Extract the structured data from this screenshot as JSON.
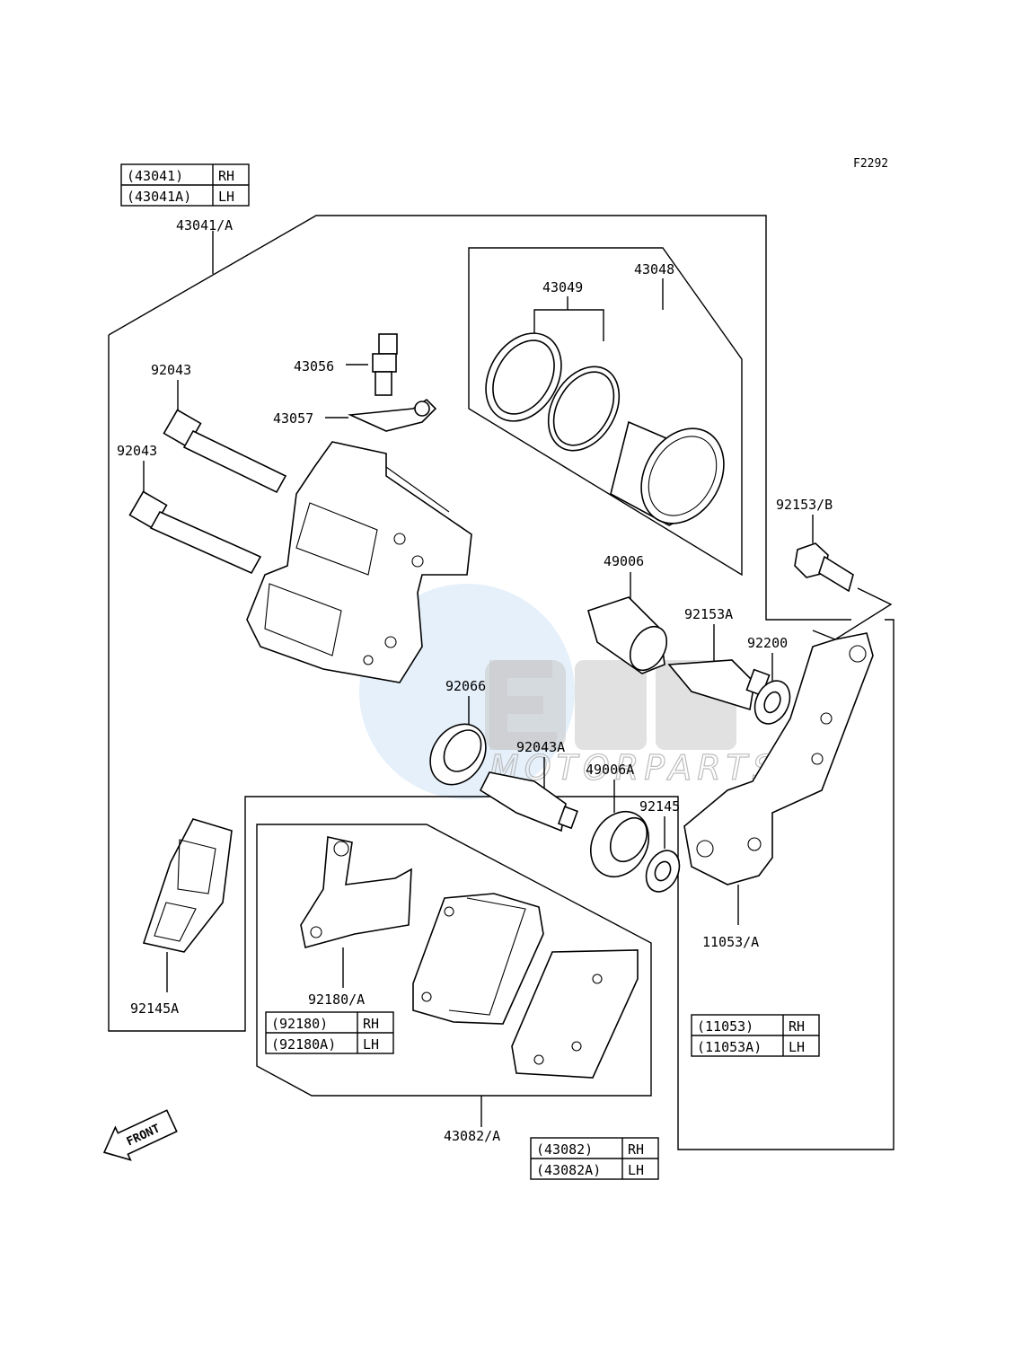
{
  "figure_code": "F2292",
  "watermark": {
    "brand": "OEM",
    "sub": "MOTORPARTS"
  },
  "front_arrow": "FRONT",
  "labels": {
    "p43041A": "43041/A",
    "p43048": "43048",
    "p43049": "43049",
    "p43056": "43056",
    "p43057": "43057",
    "p92043_a": "92043",
    "p92043_b": "92043",
    "p92153B": "92153/B",
    "p49006": "49006",
    "p92153A": "92153A",
    "p92200": "92200",
    "p92066": "92066",
    "p92043A": "92043A",
    "p49006A": "49006A",
    "p92145": "92145",
    "p92145A": "92145A",
    "p92180A": "92180/A",
    "p11053A": "11053/A",
    "p43082A": "43082/A"
  },
  "tables": {
    "t43041": [
      {
        "part": "(43041)",
        "side": "RH"
      },
      {
        "part": "(43041A)",
        "side": "LH"
      }
    ],
    "t92180": [
      {
        "part": "(92180)",
        "side": "RH"
      },
      {
        "part": "(92180A)",
        "side": "LH"
      }
    ],
    "t11053": [
      {
        "part": "(11053)",
        "side": "RH"
      },
      {
        "part": "(11053A)",
        "side": "LH"
      }
    ],
    "t43082": [
      {
        "part": "(43082)",
        "side": "RH"
      },
      {
        "part": "(43082A)",
        "side": "LH"
      }
    ]
  }
}
